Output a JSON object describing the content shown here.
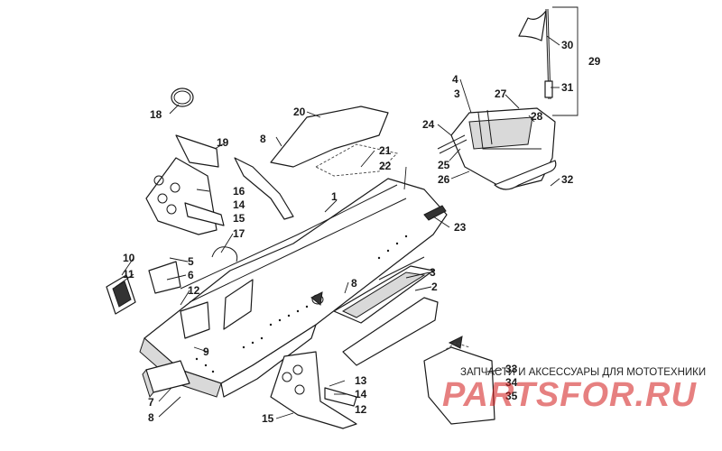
{
  "diagram": {
    "type": "exploded-parts-diagram",
    "callouts": [
      "1",
      "2",
      "3",
      "4",
      "5",
      "6",
      "7",
      "8",
      "9",
      "10",
      "11",
      "12",
      "13",
      "14",
      "15",
      "16",
      "17",
      "18",
      "19",
      "20",
      "21",
      "22",
      "23",
      "24",
      "25",
      "26",
      "27",
      "28",
      "29",
      "30",
      "31",
      "32",
      "33",
      "34",
      "35"
    ],
    "callout_9": "9",
    "callout_8a": "8",
    "callout_8b": "8",
    "callout_8c": "8",
    "callout_3a": "3",
    "callout_3b": "3",
    "callout_12a": "12",
    "callout_12b": "12",
    "callout_14a": "14",
    "callout_14b": "14",
    "callout_15a": "15",
    "callout_15b": "15"
  },
  "watermark": {
    "caption": "ЗАПЧАСТИ И АКСЕССУАРЫ ДЛЯ МОТОТЕХНИКИ",
    "logo": "PARTSFOR.RU"
  }
}
